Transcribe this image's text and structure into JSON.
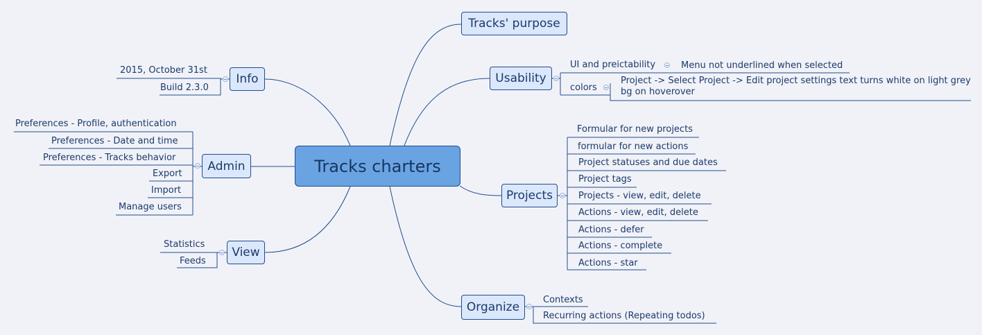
{
  "central": "Tracks charters",
  "left_topics": [
    {
      "label": "Info",
      "leaves": [
        "2015, October 31st",
        "Build 2.3.0"
      ]
    },
    {
      "label": "Admin",
      "leaves": [
        "Preferences - Profile, authentication",
        "Preferences - Date and time",
        "Preferences - Tracks behavior",
        "Export",
        "Import",
        "Manage users"
      ]
    },
    {
      "label": "View",
      "leaves": [
        "Statistics",
        "Feeds"
      ]
    }
  ],
  "right_topics": [
    {
      "label": "Tracks' purpose",
      "leaves": []
    },
    {
      "label": "Usability",
      "leaves": [
        {
          "label": "UI and preictability",
          "children": [
            "Menu not underlined when selected"
          ]
        },
        {
          "label": "colors",
          "children": [
            "Project -> Select Project -> Edit project settings text turns white on light grey bg on hoverover"
          ]
        }
      ]
    },
    {
      "label": "Projects",
      "leaves": [
        "Formular for new projects",
        "formular for new actions",
        "Project statuses and due dates",
        "Project tags",
        "Projects - view, edit, delete",
        "Actions - view, edit, delete",
        "Actions - defer",
        "Actions - complete",
        "Actions - star"
      ]
    },
    {
      "label": "Organize",
      "leaves": [
        "Contexts",
        "Recurring actions (Repeating todos)"
      ]
    }
  ]
}
